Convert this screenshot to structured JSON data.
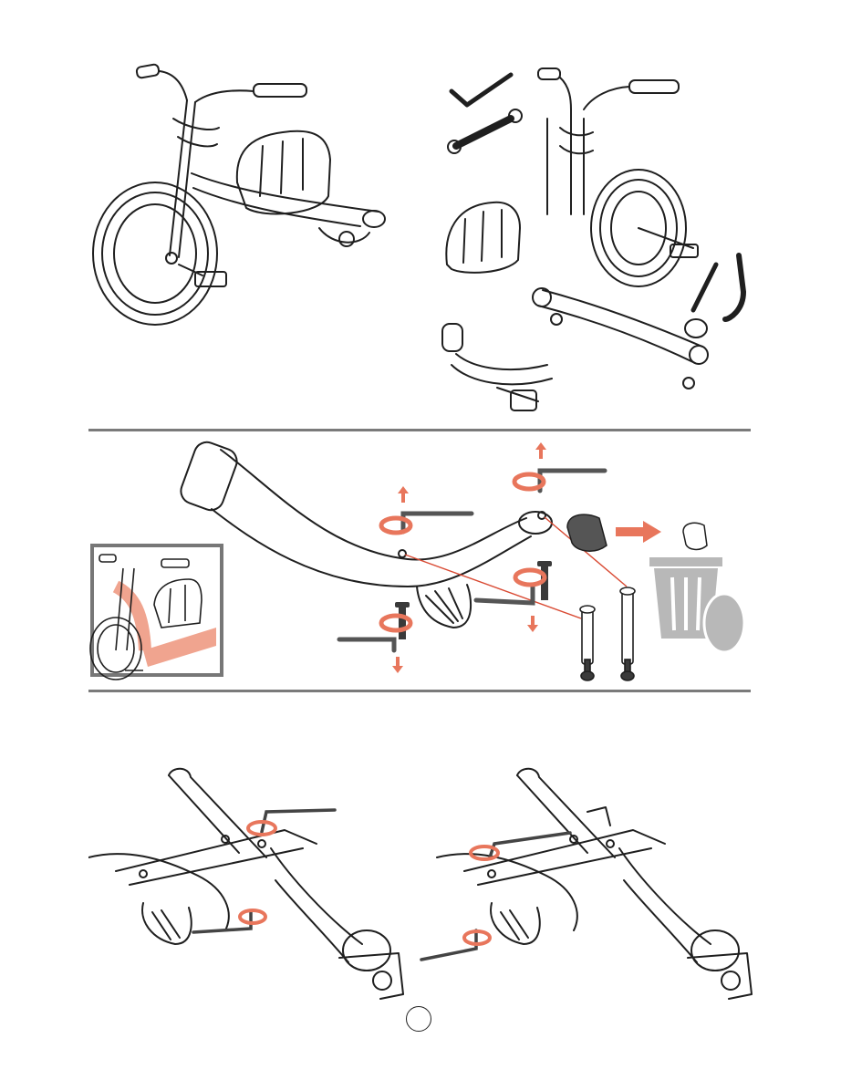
{
  "page": {
    "number": ""
  },
  "sections": [
    {
      "name": "overview",
      "description_visible": false
    },
    {
      "name": "step-disassembly"
    },
    {
      "name": "step-tighten"
    }
  ],
  "colors": {
    "line": "#1f1f1f",
    "accent": "#e8765c",
    "accent_dark": "#c9533b",
    "rule": "#7a7a7a",
    "trash": "#b8b8b8"
  },
  "icons": [
    "allen-key-icon",
    "wrench-icon",
    "rotate-arrow-icon",
    "up-arrow-icon",
    "down-arrow-icon",
    "right-arrow-icon",
    "trash-can-icon",
    "bolt-icon",
    "pin-icon",
    "end-cap-icon"
  ]
}
